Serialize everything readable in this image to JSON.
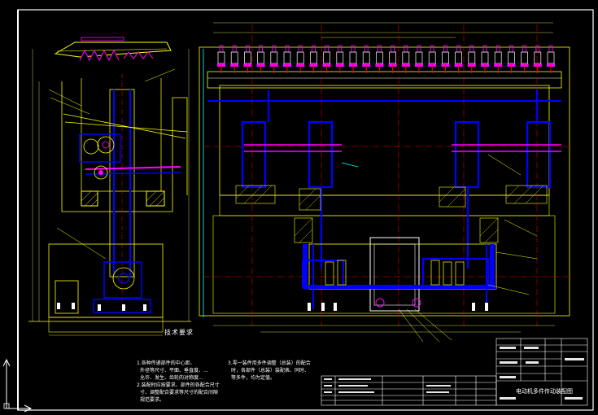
{
  "drawing": {
    "colors": {
      "background": "#000000",
      "frame": "#ffffff",
      "outline": "#ffff00",
      "structure": "#0000ff",
      "center_lines": "#ff0000",
      "dimensions": "#ffff66",
      "hatch": "#ffff00",
      "accent": "#ff00ff",
      "leader": "#00ffff"
    },
    "notes": {
      "title": "技术要求",
      "items": [
        "1.各种传递部件的中心距、",
        "外径等尺寸、平面、垂直度、...",
        "允许、发生、齿轮的对称度...",
        "2.装配时应按要求、部件的各配合尺寸",
        "寸、调整配合要求等尺寸的配合间隙",
        "规范要求。",
        "3.零一装件用多件调整（总装）的配合",
        "时，各部件（总装）装配表、同时、",
        "等多件，均为定值。"
      ]
    },
    "title_block": {
      "name": "电动机多件传动装配图"
    }
  }
}
